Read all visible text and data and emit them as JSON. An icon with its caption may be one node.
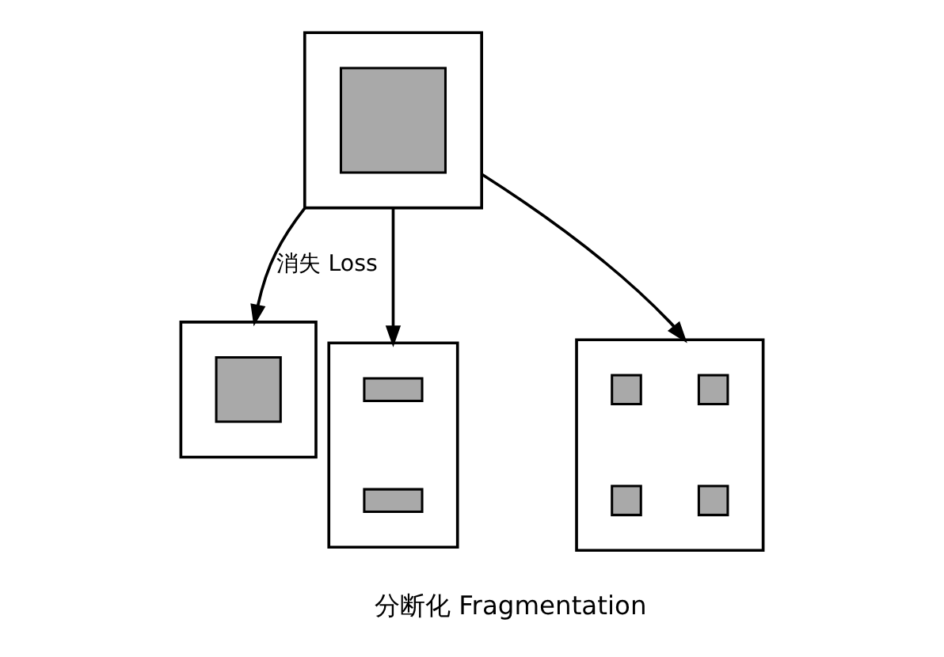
{
  "diagram": {
    "nodes": [
      {
        "text": [],
        "shape": "box"
      },
      {
        "text": [],
        "shape": "box",
        "in": 0
      },
      {
        "text": [],
        "shape": "box"
      },
      {
        "text": [],
        "shape": "box",
        "in": 2
      },
      {
        "text": [],
        "shape": "box"
      },
      {
        "text": [],
        "shape": "box",
        "in": 4
      },
      {
        "text": [],
        "shape": "box",
        "in": 4
      },
      {
        "text": [],
        "shape": "box"
      },
      {
        "text": [],
        "shape": "box",
        "in": 7
      },
      {
        "text": [],
        "shape": "box",
        "in": 7
      },
      {
        "text": [],
        "shape": "box",
        "in": 7
      },
      {
        "text": [],
        "shape": "box",
        "in": 7
      }
    ],
    "edges": [
      {
        "from": 0,
        "to": 2,
        "arrow": "to",
        "label": "消失 Loss"
      },
      {
        "from": 0,
        "to": 4,
        "arrow": "to"
      },
      {
        "from": 0,
        "to": 7,
        "arrow": "to"
      }
    ],
    "labels": [
      "分断化 Fragmentation"
    ]
  }
}
